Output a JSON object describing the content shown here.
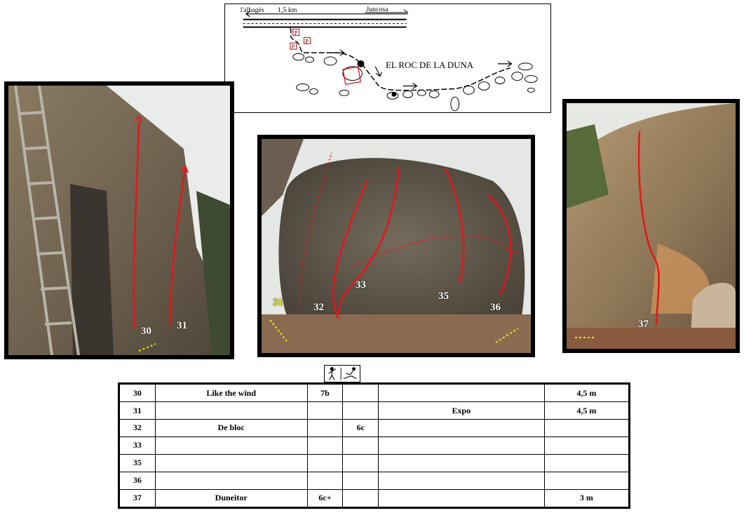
{
  "map": {
    "left_label": "l'albagés",
    "distance_label": "1,5 km",
    "right_label": "Juncosa",
    "crag_name": "EL ROC DE LA DUNA",
    "parking_label": "P"
  },
  "photos": {
    "left": {
      "route_numbers": [
        "30",
        "31"
      ]
    },
    "center": {
      "route_numbers": [
        "31",
        "32",
        "33",
        "35",
        "36"
      ]
    },
    "right": {
      "route_numbers": [
        "37"
      ]
    }
  },
  "icons": [
    "climber-standing-icon",
    "crash-pad-icon"
  ],
  "colors": {
    "route_line": "#e8141b",
    "approach_arrow": "#f2e600",
    "table_border": "#000000"
  },
  "table": {
    "rows": [
      {
        "num": "30",
        "name": "Like the wind",
        "grade_a": "7b",
        "grade_b": "",
        "extra": "",
        "height": "4,5 m"
      },
      {
        "num": "31",
        "name": "",
        "grade_a": "",
        "grade_b": "",
        "extra": "Expo",
        "height": "4,5 m"
      },
      {
        "num": "32",
        "name": "De bloc",
        "grade_a": "",
        "grade_b": "6c",
        "extra": "",
        "height": ""
      },
      {
        "num": "33",
        "name": "",
        "grade_a": "",
        "grade_b": "",
        "extra": "",
        "height": ""
      },
      {
        "num": "35",
        "name": "",
        "grade_a": "",
        "grade_b": "",
        "extra": "",
        "height": ""
      },
      {
        "num": "36",
        "name": "",
        "grade_a": "",
        "grade_b": "",
        "extra": "",
        "height": ""
      },
      {
        "num": "37",
        "name": "Duneitor",
        "grade_a": "6c+",
        "grade_b": "",
        "extra": "",
        "height": "3 m"
      }
    ]
  }
}
